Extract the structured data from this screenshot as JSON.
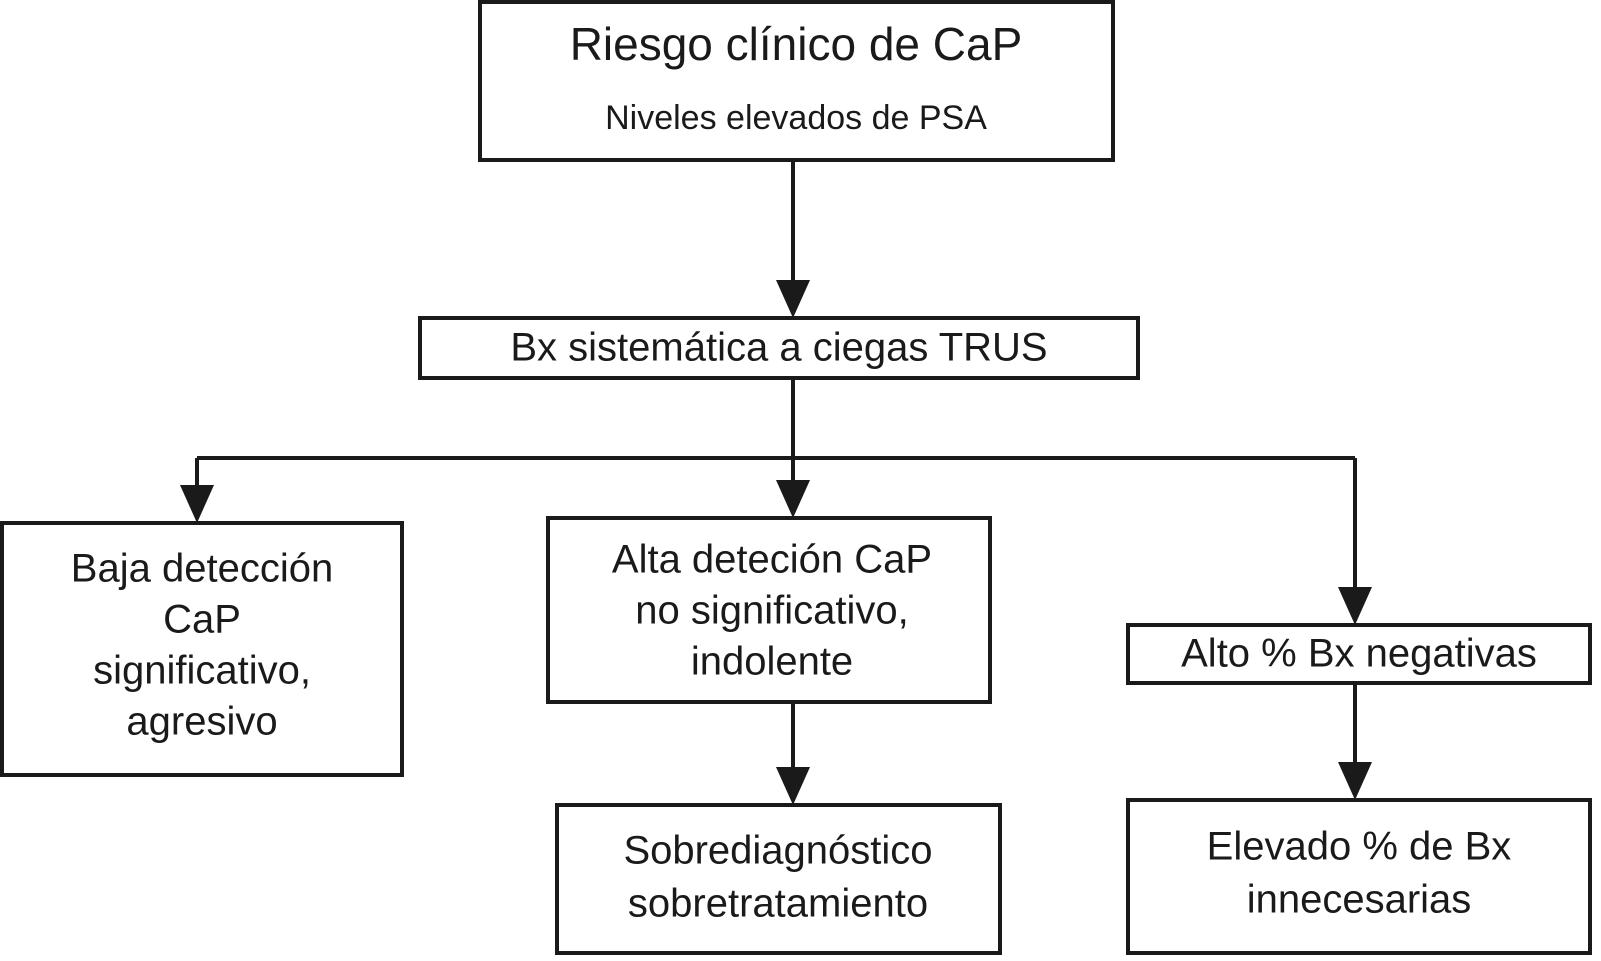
{
  "diagram": {
    "title": "Riesgo clinico de CaP flowchart",
    "language": "es",
    "stroke_color": "#1a1a1a",
    "background_color": "#ffffff",
    "nodes": [
      {
        "id": "risk",
        "lines": [
          "Riesgo clínico de CaP",
          "Niveles elevados de PSA"
        ],
        "line1": "Riesgo clínico de CaP",
        "line2": "Niveles elevados de PSA"
      },
      {
        "id": "biopsy",
        "line1": "Bx sistemática a ciegas TRUS"
      },
      {
        "id": "low-detection",
        "line1": "Baja detección",
        "line2": "CaP",
        "line3": "significativo,",
        "line4": "agresivo"
      },
      {
        "id": "high-detection",
        "line1": "Alta deteción CaP",
        "line2": "no significativo,",
        "line3": "indolente"
      },
      {
        "id": "negative-bx",
        "line1": "Alto % Bx negativas"
      },
      {
        "id": "overdiagnosis",
        "line1": "Sobrediagnóstico",
        "line2": "sobretratamiento"
      },
      {
        "id": "unnecessary-bx",
        "line1": "Elevado % de Bx",
        "line2": "innecesarias"
      }
    ],
    "edges": [
      {
        "id": "risk-to-biopsy",
        "from": "risk",
        "to": "biopsy"
      },
      {
        "id": "biopsy-to-low-detection",
        "from": "biopsy",
        "to": "low-detection"
      },
      {
        "id": "biopsy-to-high-detection",
        "from": "biopsy",
        "to": "high-detection"
      },
      {
        "id": "biopsy-to-negative-bx",
        "from": "biopsy",
        "to": "negative-bx"
      },
      {
        "id": "high-detection-to-overdiagnosis",
        "from": "high-detection",
        "to": "overdiagnosis"
      },
      {
        "id": "negative-bx-to-unnecessary-bx",
        "from": "negative-bx",
        "to": "unnecessary-bx"
      }
    ]
  }
}
